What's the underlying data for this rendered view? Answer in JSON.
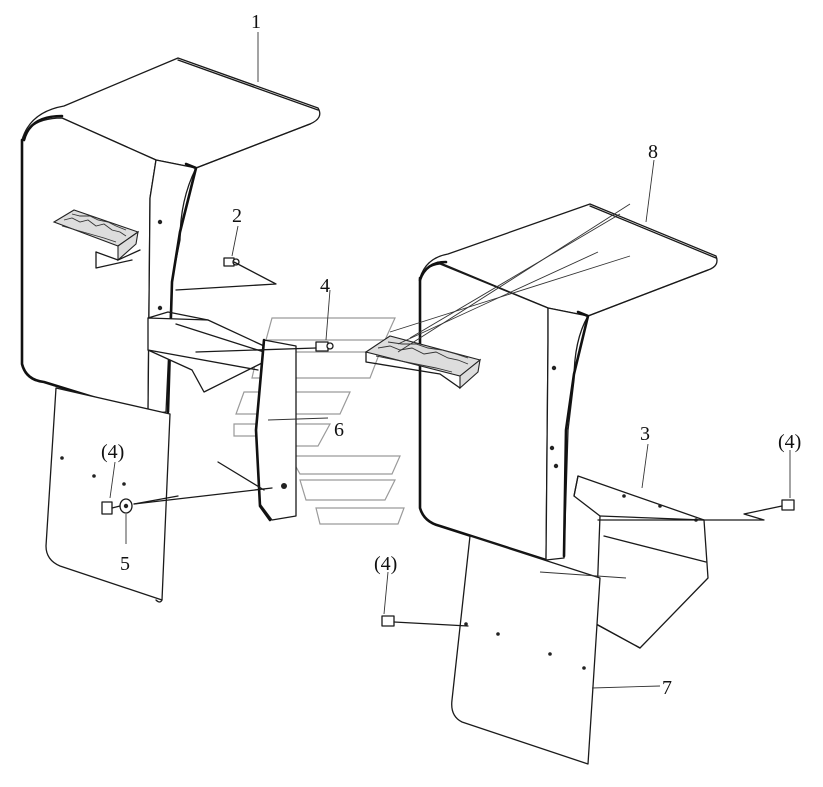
{
  "diagram": {
    "callouts": [
      {
        "id": "callout-1",
        "text": "1"
      },
      {
        "id": "callout-2",
        "text": "2"
      },
      {
        "id": "callout-3",
        "text": "3"
      },
      {
        "id": "callout-4",
        "text": "4"
      },
      {
        "id": "callout-4-left",
        "text": "(4)"
      },
      {
        "id": "callout-4-right",
        "text": "(4)"
      },
      {
        "id": "callout-4-bottom",
        "text": "(4)"
      },
      {
        "id": "callout-5",
        "text": "5"
      },
      {
        "id": "callout-6",
        "text": "6"
      },
      {
        "id": "callout-7",
        "text": "7"
      },
      {
        "id": "callout-8",
        "text": "8"
      }
    ],
    "colors": {
      "line": "#1a1a1a",
      "watermark": "#9a9a9a",
      "background": "#ffffff"
    }
  }
}
